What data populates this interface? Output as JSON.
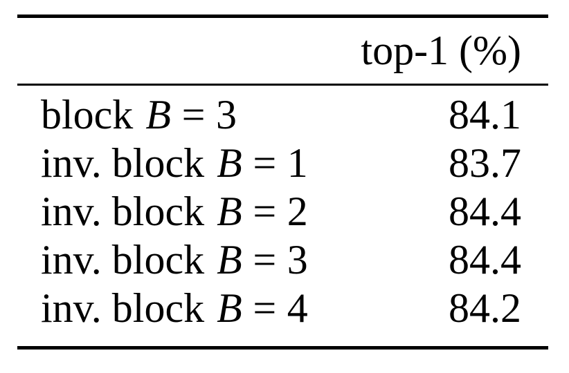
{
  "page": {
    "background_color": "#ffffff",
    "text_color": "#000000",
    "rule_color": "#000000"
  },
  "table": {
    "header": {
      "label_col": "",
      "value_col": "top-1 (%)"
    },
    "rows": [
      {
        "prefix": "block",
        "variable": "B",
        "equals": "=",
        "b_value": "3",
        "top1": "84.1"
      },
      {
        "prefix": "inv. block",
        "variable": "B",
        "equals": "=",
        "b_value": "1",
        "top1": "83.7"
      },
      {
        "prefix": "inv. block",
        "variable": "B",
        "equals": "=",
        "b_value": "2",
        "top1": "84.4"
      },
      {
        "prefix": "inv. block",
        "variable": "B",
        "equals": "=",
        "b_value": "3",
        "top1": "84.4"
      },
      {
        "prefix": "inv. block",
        "variable": "B",
        "equals": "=",
        "b_value": "4",
        "top1": "84.2"
      }
    ]
  }
}
